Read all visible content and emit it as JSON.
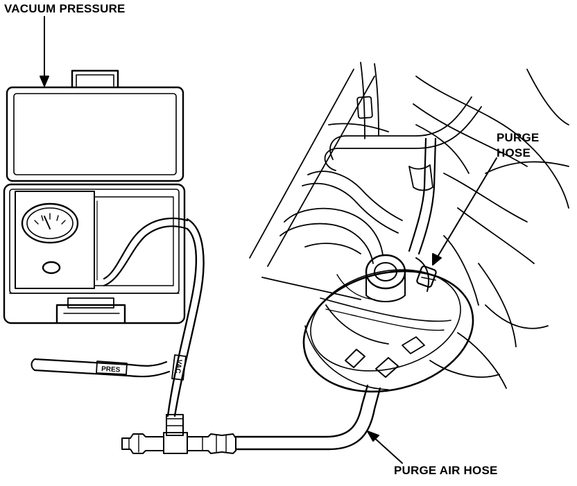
{
  "labels": {
    "vacuum_pressure": "VACUUM PRESSURE",
    "purge_hose_line1": "PURGE",
    "purge_hose_line2": "HOSE",
    "purge_air_hose": "PURGE AIR HOSE"
  },
  "tube_labels": {
    "pres": "PRES",
    "vac": "VAC"
  },
  "colors": {
    "ink": "#000000",
    "paper": "#ffffff"
  }
}
